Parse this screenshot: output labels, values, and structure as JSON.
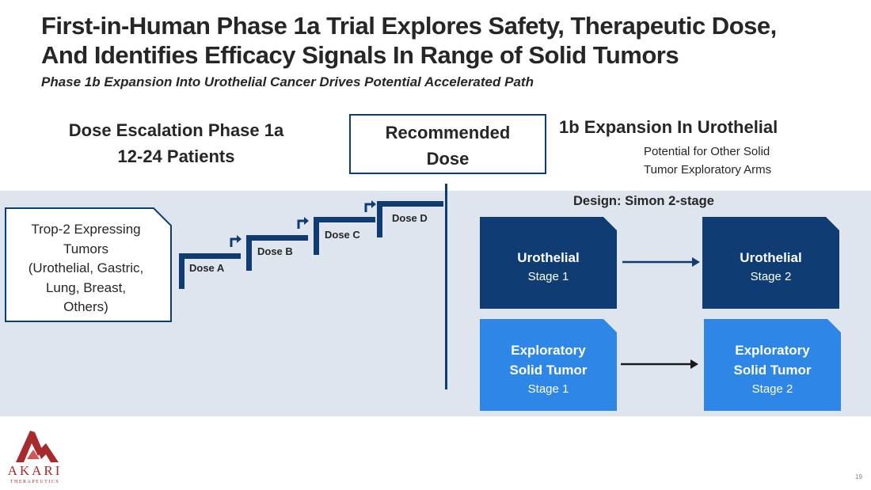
{
  "slide": {
    "title_line1": "First-in-Human Phase 1a Trial Explores Safety, Therapeutic Dose,",
    "title_line2": "And Identifies Efficacy Signals In Range of Solid Tumors",
    "subtitle": "Phase 1b Expansion Into Urothelial Cancer Drives Potential Accelerated Path",
    "page_number": "19"
  },
  "escalation": {
    "heading_line1": "Dose Escalation Phase 1a",
    "heading_line2": "12-24 Patients",
    "tumor_lines": [
      "Trop-2 Expressing",
      "Tumors",
      "(Urothelial, Gastric,",
      "Lung, Breast,",
      "Others)"
    ],
    "doses": [
      "Dose A",
      "Dose B",
      "Dose C",
      "Dose D"
    ]
  },
  "recommended": {
    "line1": "Recommended",
    "line2": "Dose"
  },
  "expansion": {
    "heading": "1b Expansion In Urothelial",
    "sub_line1": "Potential for Other Solid",
    "sub_line2": "Tumor Exploratory Arms",
    "design_label": "Design: Simon 2-stage",
    "stages": [
      {
        "name_line1": "Urothelial",
        "name_line2": "",
        "stage": "Stage 1",
        "color": "#0f3d73"
      },
      {
        "name_line1": "Urothelial",
        "name_line2": "",
        "stage": "Stage 2",
        "color": "#0f3d73"
      },
      {
        "name_line1": "Exploratory",
        "name_line2": "Solid Tumor",
        "stage": "Stage 1",
        "color": "#2e86e6"
      },
      {
        "name_line1": "Exploratory",
        "name_line2": "Solid Tumor",
        "stage": "Stage 2",
        "color": "#2e86e6"
      }
    ]
  },
  "logo": {
    "word": "AKARI",
    "tagline": "THERAPEUTICS",
    "color": "#a72a2c"
  },
  "colors": {
    "navy": "#0f3d73",
    "bright_blue": "#2e86e6",
    "band": "#dfe5ee"
  }
}
